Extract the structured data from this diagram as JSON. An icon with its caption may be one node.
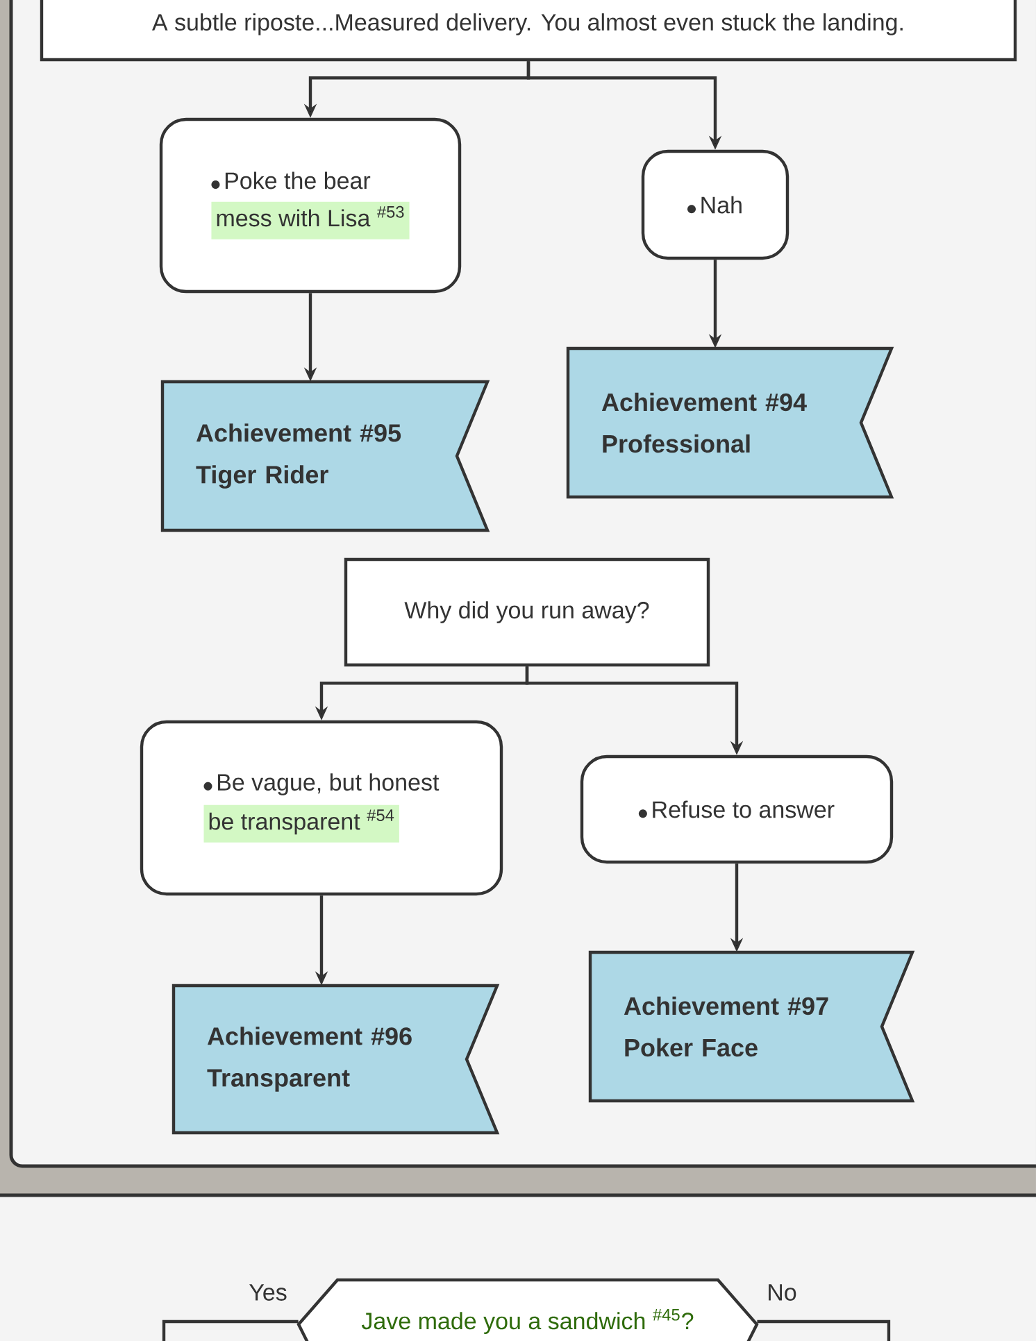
{
  "diagram": {
    "nodes": [
      {
        "text": [
          "A subtle riposte...Measured delivery. You almost even stuck the landing."
        ]
      },
      {
        "text": [
          "Poke the bear",
          "mess with Lisa $^{#53}$"
        ]
      },
      {
        "text": [
          "Nah"
        ]
      },
      {
        "text": [
          "Achievement #95 Tiger Rider"
        ]
      },
      {
        "text": [
          "Achievement #94 Professional"
        ]
      },
      {
        "text": [
          "Why did you run away?"
        ]
      },
      {
        "text": [
          "Be vague, but honest",
          "be transparent $^{#54}$"
        ]
      },
      {
        "text": [
          "Refuse to answer"
        ]
      },
      {
        "text": [
          "Achievement #96 Transparent"
        ]
      },
      {
        "text": [
          "Achievement #97 Poker Face"
        ]
      },
      {
        "text": [
          "Jave made you a sandwich $^{#45}$?"
        ]
      }
    ],
    "edges": [
      {
        "from": 0,
        "to": 1,
        "arrow": "to"
      },
      {
        "from": 0,
        "to": 2,
        "arrow": "to"
      },
      {
        "from": 1,
        "to": 3,
        "arrow": "to"
      },
      {
        "from": 2,
        "to": 4,
        "arrow": "to"
      },
      {
        "from": 5,
        "to": 6,
        "arrow": "to"
      },
      {
        "from": 5,
        "to": 7,
        "arrow": "to"
      },
      {
        "from": 6,
        "to": 8,
        "arrow": "to"
      },
      {
        "from": 7,
        "to": 9,
        "arrow": "to"
      },
      {
        "from": 10,
        "to": null,
        "arrow": "none",
        "label": "Yes"
      },
      {
        "from": 10,
        "to": null,
        "arrow": "none",
        "label": "No"
      }
    ]
  }
}
